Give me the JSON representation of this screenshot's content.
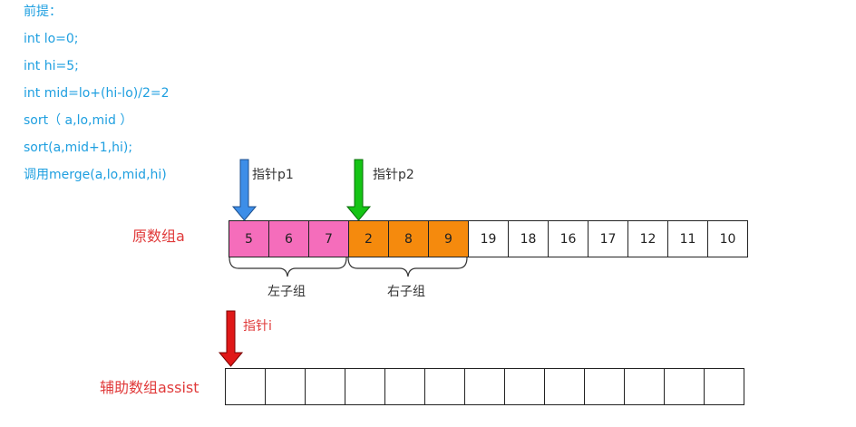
{
  "code_lines": [
    "前提：",
    "int lo=0;",
    "int hi=5;",
    "int mid=lo+(hi-lo)/2=2",
    "sort（ a,lo,mid ）",
    "sort(a,mid+1,hi);",
    "调用merge(a,lo,mid,hi)"
  ],
  "original_array": {
    "label": "原数组a",
    "cells": [
      {
        "value": "5",
        "group": "left"
      },
      {
        "value": "6",
        "group": "left"
      },
      {
        "value": "7",
        "group": "left"
      },
      {
        "value": "2",
        "group": "right"
      },
      {
        "value": "8",
        "group": "right"
      },
      {
        "value": "9",
        "group": "right"
      },
      {
        "value": "19",
        "group": "none"
      },
      {
        "value": "18",
        "group": "none"
      },
      {
        "value": "16",
        "group": "none"
      },
      {
        "value": "17",
        "group": "none"
      },
      {
        "value": "12",
        "group": "none"
      },
      {
        "value": "11",
        "group": "none"
      },
      {
        "value": "10",
        "group": "none"
      }
    ]
  },
  "assist_array": {
    "label": "辅助数组assist",
    "cells": [
      "",
      "",
      "",
      "",
      "",
      "",
      "",
      "",
      "",
      "",
      "",
      "",
      ""
    ]
  },
  "pointers": {
    "p1": {
      "label": "指针p1",
      "color": "#3d8ee8"
    },
    "p2": {
      "label": "指针p2",
      "color": "#15c415"
    },
    "i": {
      "label": "指针i",
      "color": "#e01818"
    }
  },
  "groups": {
    "left_label": "左子组",
    "right_label": "右子组"
  },
  "colors": {
    "code_text": "#1e9fe0",
    "label_red": "#e03a3a",
    "left_group_fill": "#f56dbb",
    "right_group_fill": "#f58a0d"
  }
}
